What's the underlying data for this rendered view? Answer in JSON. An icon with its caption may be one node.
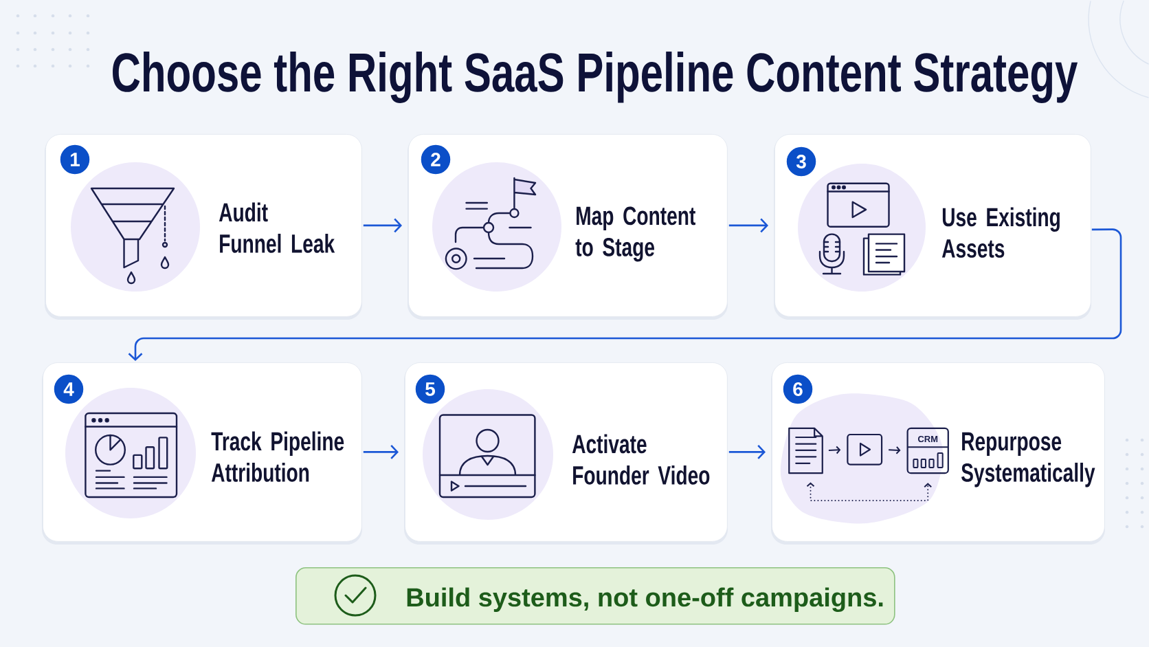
{
  "diagram": {
    "title": "Choose the Right SaaS Pipeline Content Strategy",
    "nodes": [
      {
        "text": [
          "Audit Funnel Leak"
        ]
      },
      {
        "text": [
          "1"
        ],
        "in": 0
      },
      {
        "text": [
          "Map Content to Stage"
        ]
      },
      {
        "text": [
          "2"
        ],
        "in": 2
      },
      {
        "text": [
          "Use Existing Assets"
        ]
      },
      {
        "text": [
          "3"
        ],
        "in": 4
      },
      {
        "text": [
          "Track Pipeline Attribution"
        ]
      },
      {
        "text": [
          "4"
        ],
        "in": 6
      },
      {
        "text": [
          "Activate Founder Video"
        ]
      },
      {
        "text": [
          "5"
        ],
        "in": 8
      },
      {
        "text": [
          "Repurpose Systematically"
        ]
      },
      {
        "text": [
          "6"
        ],
        "in": 10
      },
      {
        "text": [],
        "shape": "picture",
        "in": 10
      },
      {
        "text": [],
        "shape": "box",
        "in": 10
      },
      {
        "text": [
          "CRM"
        ],
        "in": 10
      },
      {
        "text": [
          "Build systems, not one-off campaigns."
        ]
      }
    ],
    "edges": [
      {
        "from": 0,
        "to": 2,
        "arrow": "to"
      },
      {
        "from": 2,
        "to": 4,
        "arrow": "to"
      },
      {
        "from": 4,
        "to": 6,
        "arrow": "to"
      },
      {
        "from": 6,
        "to": 8,
        "arrow": "to"
      },
      {
        "from": 8,
        "to": 10,
        "arrow": "to"
      },
      {
        "from": 12,
        "to": 13,
        "arrow": "to",
        "color": "#1b1f4b"
      },
      {
        "from": 13,
        "to": 14,
        "arrow": "to",
        "color": "#1b1f4b"
      },
      {
        "from": 12,
        "to": 14,
        "arrow": "both",
        "style": "dashed",
        "color": "#1b1f4b"
      }
    ]
  }
}
